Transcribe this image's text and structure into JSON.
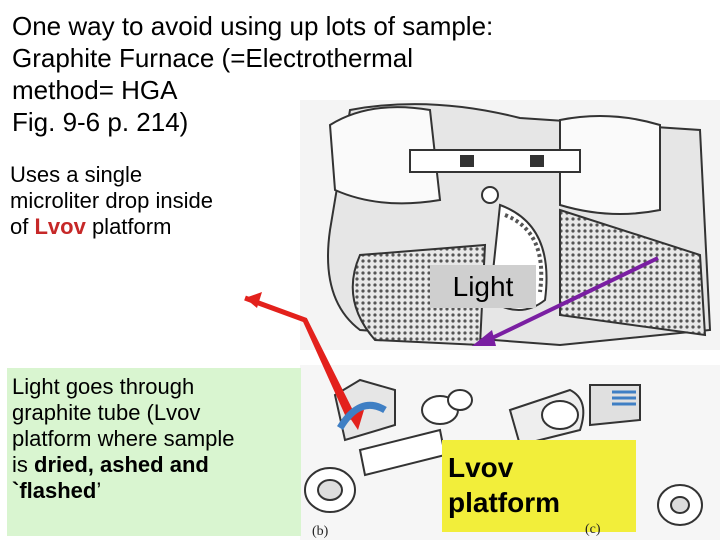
{
  "title_lines": [
    "One way to avoid using up lots of sample:",
    "Graphite Furnace (=Electrothermal",
    "method= HGA",
    "Fig. 9-6 p. 214)"
  ],
  "uses": {
    "line1": "Uses a single",
    "line2": "microliter drop inside",
    "line3_pre": "of ",
    "line3_red": "Lvov",
    "line3_post": " platform"
  },
  "light_label": "Light",
  "green_box": {
    "line1": "Light goes through",
    "line2": "graphite tube (Lvov",
    "line3": "platform where sample",
    "line4_pre": "is ",
    "line4_bold": "dried, ashed and",
    "line5_bold": "`flashed",
    "line5_post": "’"
  },
  "yellow_box": {
    "line1": "Lvov",
    "line2": "platform"
  },
  "figure_labels": {
    "b": "(b)",
    "c": "(c)"
  },
  "colors": {
    "red_arrow": "#e3211c",
    "purple_arrow": "#7a1fa2",
    "blue_arrow": "#3f7fc4",
    "green_box": "#d9f5d0",
    "yellow_box": "#f2ee3a"
  }
}
